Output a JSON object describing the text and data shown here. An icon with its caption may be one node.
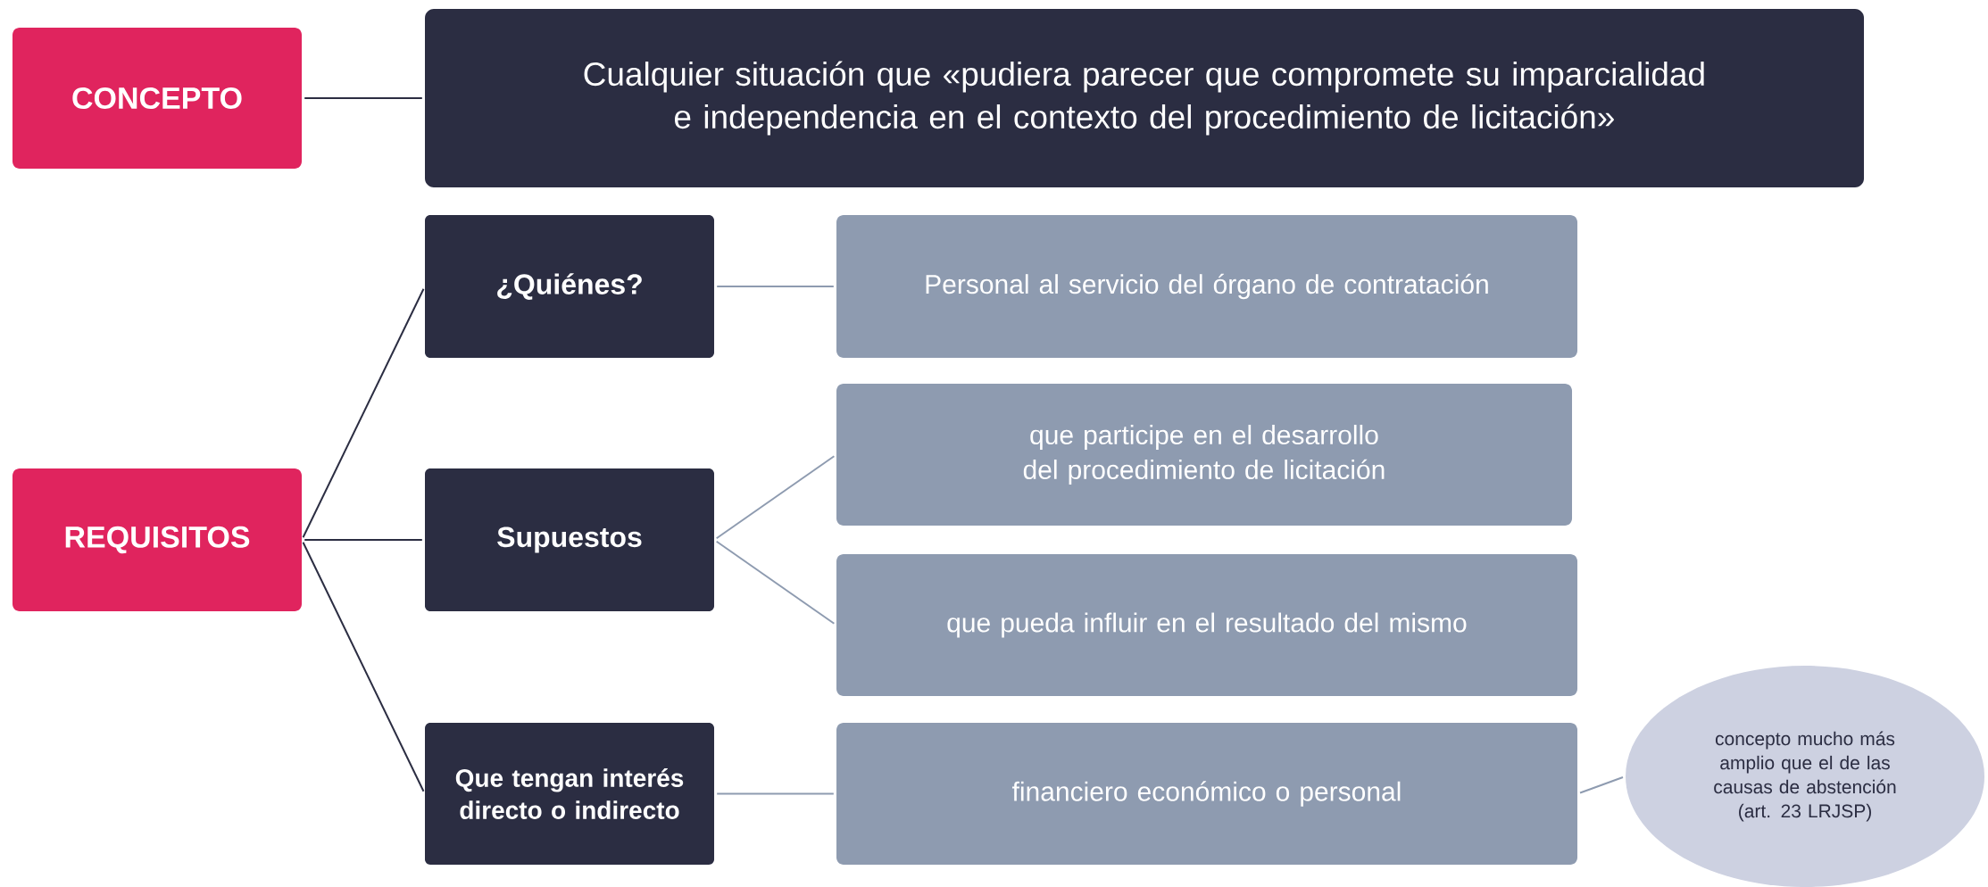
{
  "diagram": {
    "nodes": [
      {
        "text": [
          "CONCEPTO"
        ]
      },
      {
        "text": [
          "Cualquier situación que «pudiera parecer que compromete su imparcialidad e independencia en el contexto del procedimiento de licitación»"
        ]
      },
      {
        "text": [
          "REQUISITOS"
        ]
      },
      {
        "text": [
          "¿Quiénes?"
        ]
      },
      {
        "text": [
          "Personal al servicio del órgano de contratación"
        ]
      },
      {
        "text": [
          "Supuestos"
        ]
      },
      {
        "text": [
          "que participe en el desarrollo del procedimiento de licitación"
        ]
      },
      {
        "text": [
          "que pueda influir en el resultado del mismo"
        ]
      },
      {
        "text": [
          "Que tengan interés directo o indirecto"
        ]
      },
      {
        "text": [
          "financiero económico o personal"
        ]
      },
      {
        "text": [
          "concepto mucho más amplio que el de las causas de abstención (art. 23 LRJSP)"
        ]
      }
    ],
    "edges": [
      {
        "from": 0,
        "to": 1,
        "arrow": "none",
        "color": "#2b2d42"
      },
      {
        "from": 2,
        "to": 3,
        "arrow": "none",
        "color": "#2b2d42"
      },
      {
        "from": 2,
        "to": 5,
        "arrow": "none",
        "color": "#2b2d42"
      },
      {
        "from": 2,
        "to": 8,
        "arrow": "none",
        "color": "#2b2d42"
      },
      {
        "from": 3,
        "to": 4,
        "arrow": "none"
      },
      {
        "from": 5,
        "to": 6,
        "arrow": "none"
      },
      {
        "from": 5,
        "to": 7,
        "arrow": "none"
      },
      {
        "from": 8,
        "to": 9,
        "arrow": "none"
      },
      {
        "from": 9,
        "to": 10,
        "arrow": "none"
      }
    ]
  }
}
